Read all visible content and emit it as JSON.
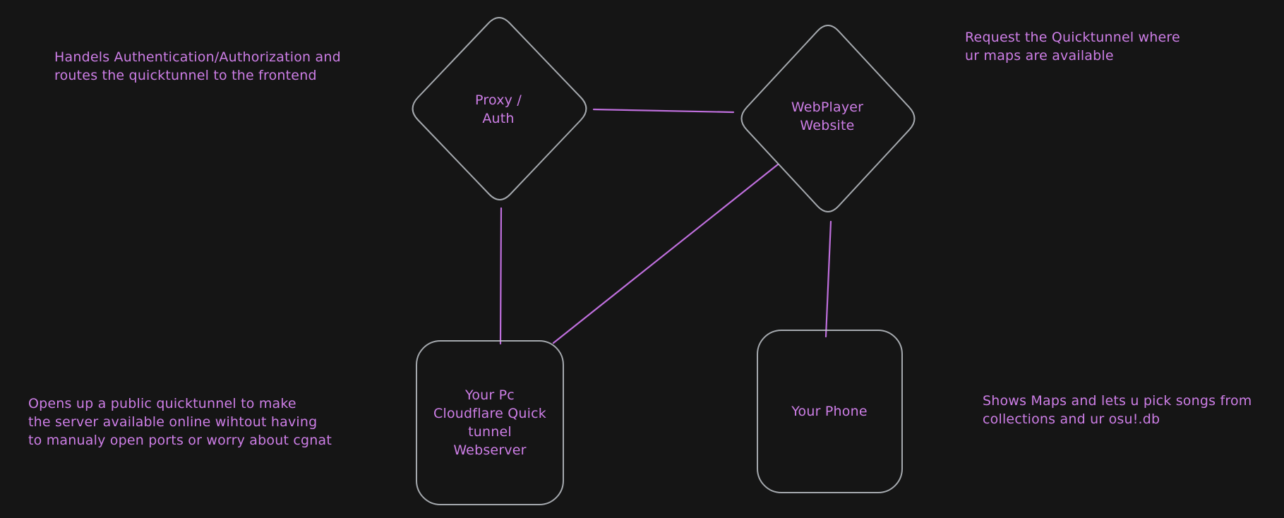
{
  "canvas": {
    "colors": {
      "background": "#151515",
      "shape_stroke": "#c6cbd1",
      "connector_stroke": "#bf6fdd",
      "text": "#cd7ee6"
    }
  },
  "nodes": [
    {
      "id": "proxy-auth",
      "shape": "diamond",
      "label": "Proxy /\nAuth"
    },
    {
      "id": "webplayer-website",
      "shape": "diamond",
      "label": "WebPlayer\nWebsite"
    },
    {
      "id": "pc-webserver",
      "shape": "rounded-rectangle",
      "label": "Your Pc\nCloudflare Quick\ntunnel\nWebserver"
    },
    {
      "id": "your-phone",
      "shape": "rounded-rectangle",
      "label": "Your Phone"
    }
  ],
  "edges": [
    {
      "from": "proxy-auth",
      "to": "webplayer-website"
    },
    {
      "from": "proxy-auth",
      "to": "pc-webserver"
    },
    {
      "from": "webplayer-website",
      "to": "pc-webserver"
    },
    {
      "from": "webplayer-website",
      "to": "your-phone"
    }
  ],
  "annotations": [
    {
      "id": "proxy-note",
      "text": "Handels Authentication/Authorization and\nroutes the quicktunnel to the frontend"
    },
    {
      "id": "webplayer-note",
      "text": "Request the Quicktunnel where\nur maps are available"
    },
    {
      "id": "tunnel-note",
      "text": "Opens up a public quicktunnel to make\nthe server available online wihtout having\nto manualy open ports or worry about cgnat"
    },
    {
      "id": "phone-note",
      "text": "Shows Maps and lets u pick songs from\ncollections and ur osu!.db"
    }
  ]
}
